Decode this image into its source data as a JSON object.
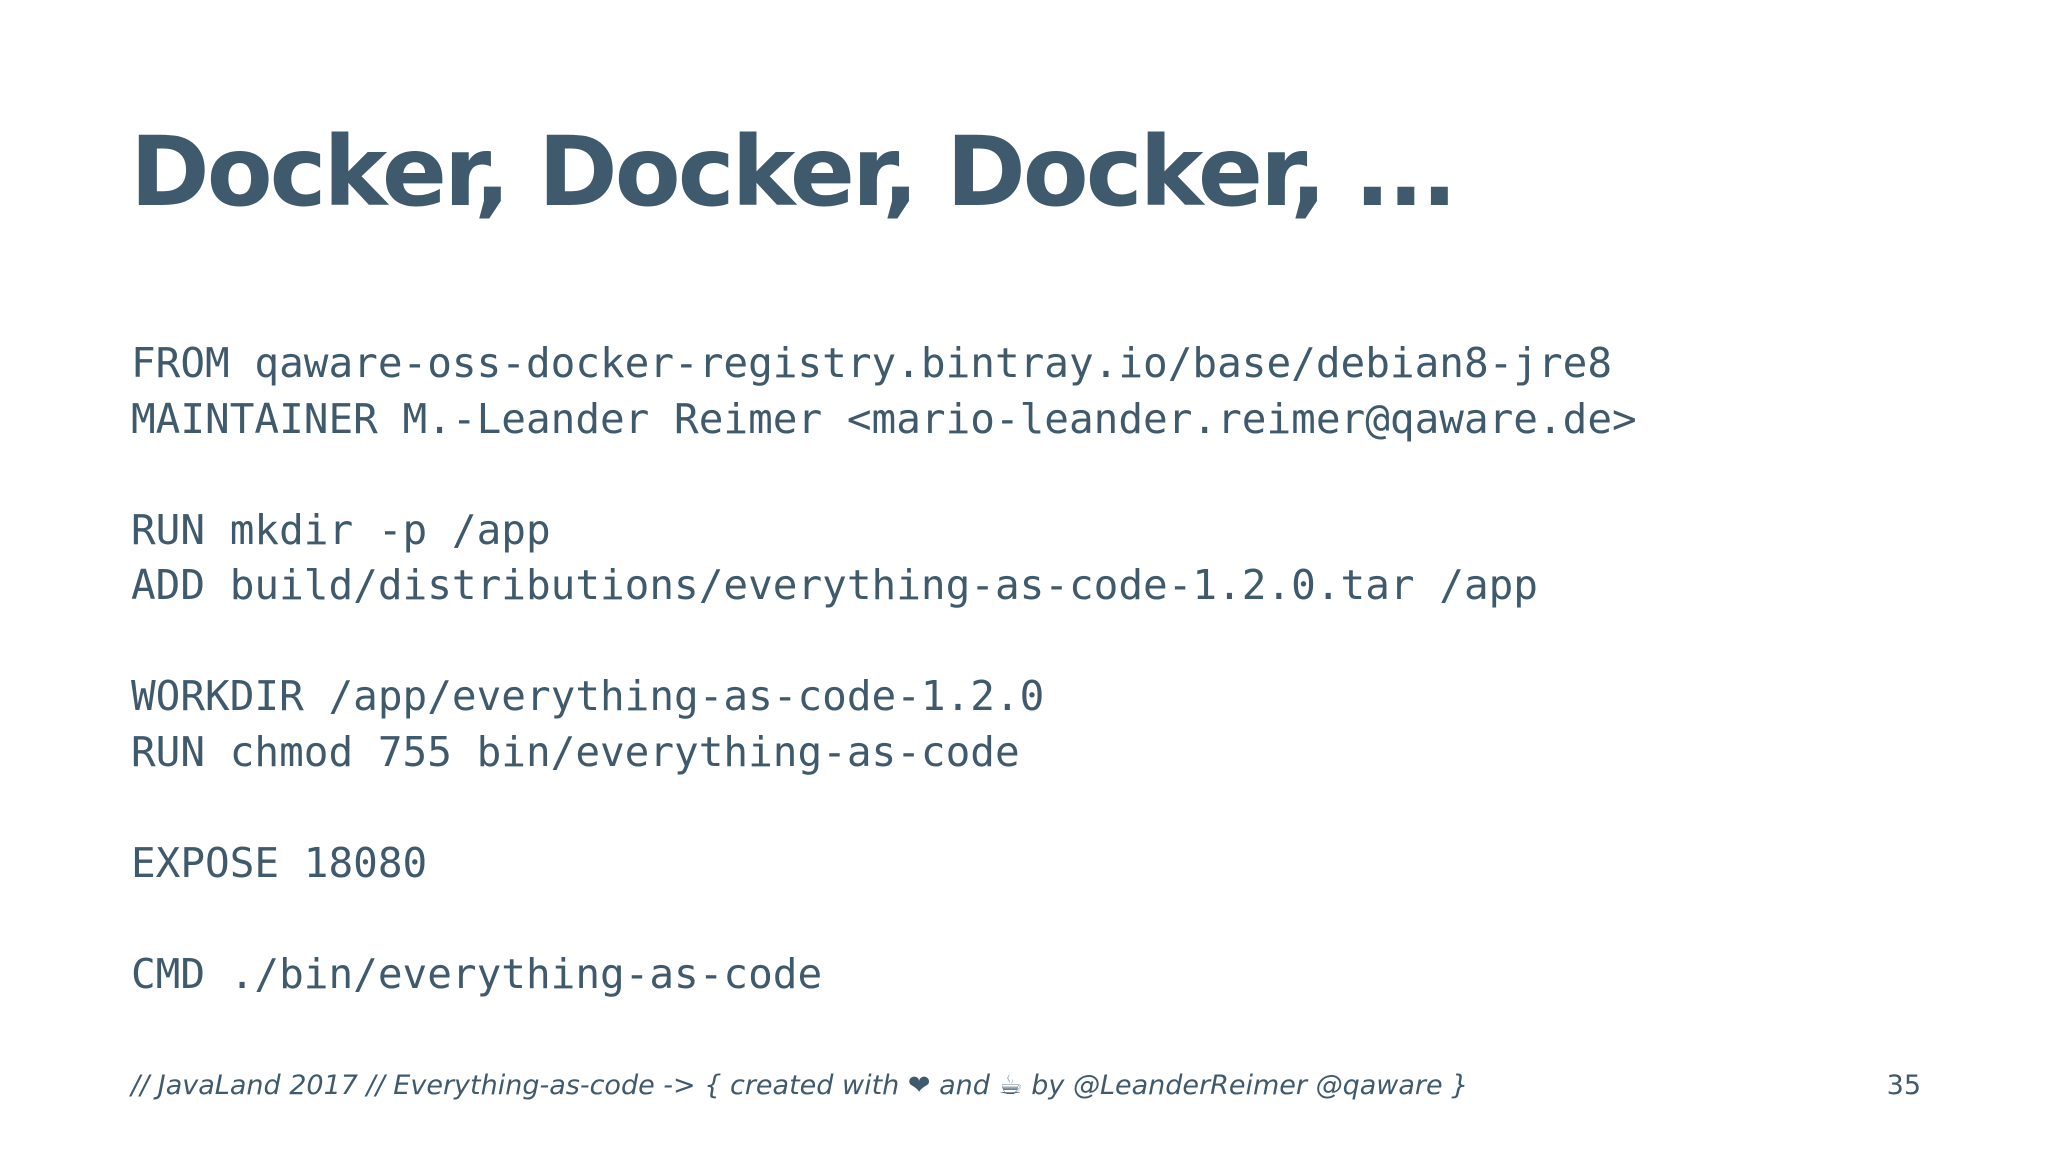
{
  "slide": {
    "title": "Docker, Docker, Docker, ...",
    "code_lines": [
      "FROM qaware-oss-docker-registry.bintray.io/base/debian8-jre8",
      "MAINTAINER M.-Leander Reimer <mario-leander.reimer@qaware.de>",
      "",
      "RUN mkdir -p /app",
      "ADD build/distributions/everything-as-code-1.2.0.tar /app",
      "",
      "WORKDIR /app/everything-as-code-1.2.0",
      "RUN chmod 755 bin/everything-as-code",
      "",
      "EXPOSE 18080",
      "",
      "CMD ./bin/everything-as-code"
    ],
    "footer": {
      "prefix": "// JavaLand 2017 // Everything-as-code -> { created with ",
      "heart": "❤",
      "middle": " and ",
      "coffee": "☕",
      "suffix": " by @LeanderReimer @qaware }"
    },
    "page_number": "35"
  }
}
